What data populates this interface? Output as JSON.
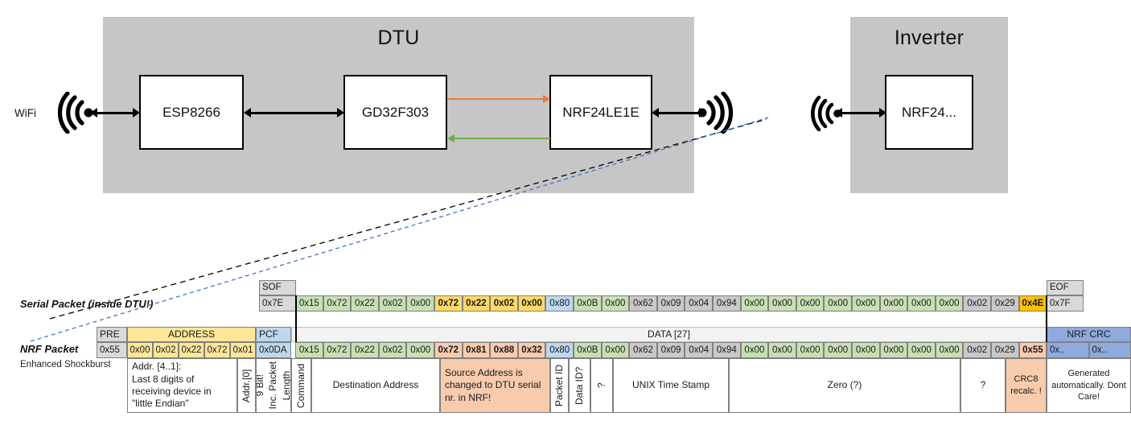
{
  "diagram": {
    "dtu": {
      "title": "DTU",
      "chips": [
        {
          "name": "ESP8266"
        },
        {
          "name": "GD32F303"
        },
        {
          "name": "NRF24LE1E"
        }
      ],
      "wifi_label": "WiFi",
      "internal_arrows": [
        {
          "name": "command-arrow",
          "color": "#ed7d31",
          "direction": "right"
        },
        {
          "name": "response-arrow",
          "color": "#70ad47",
          "direction": "left"
        }
      ]
    },
    "inverter": {
      "title": "Inverter",
      "chips": [
        {
          "name": "NRF24..."
        }
      ]
    }
  },
  "serial_packet": {
    "row_label": "Serial Packet (inside DTU!)",
    "sof_header": "SOF",
    "sof_value": "0x7E",
    "eof_header": "EOF",
    "eof_value": "0x7F",
    "bytes": [
      {
        "v": "0x15",
        "c": "green"
      },
      {
        "v": "0x72",
        "c": "green"
      },
      {
        "v": "0x22",
        "c": "green"
      },
      {
        "v": "0x02",
        "c": "green"
      },
      {
        "v": "0x00",
        "c": "green"
      },
      {
        "v": "0x72",
        "c": "yellow",
        "b": true
      },
      {
        "v": "0x22",
        "c": "yellow",
        "b": true
      },
      {
        "v": "0x02",
        "c": "yellow",
        "b": true
      },
      {
        "v": "0x00",
        "c": "yellow",
        "b": true
      },
      {
        "v": "0x80",
        "c": "blue"
      },
      {
        "v": "0x0B",
        "c": "green"
      },
      {
        "v": "0x00",
        "c": "green"
      },
      {
        "v": "0x62",
        "c": "gray"
      },
      {
        "v": "0x09",
        "c": "gray"
      },
      {
        "v": "0x04",
        "c": "gray"
      },
      {
        "v": "0x94",
        "c": "gray"
      },
      {
        "v": "0x00",
        "c": "green"
      },
      {
        "v": "0x00",
        "c": "green"
      },
      {
        "v": "0x00",
        "c": "green"
      },
      {
        "v": "0x00",
        "c": "green"
      },
      {
        "v": "0x00",
        "c": "green"
      },
      {
        "v": "0x00",
        "c": "green"
      },
      {
        "v": "0x00",
        "c": "green"
      },
      {
        "v": "0x00",
        "c": "green"
      },
      {
        "v": "0x02",
        "c": "gray"
      },
      {
        "v": "0x29",
        "c": "gray"
      },
      {
        "v": "0x4E",
        "c": "orange",
        "b": true
      }
    ]
  },
  "nrf_packet": {
    "row_label": "NRF Packet",
    "row_sublabel": "Enhanced Shockburst",
    "groups": {
      "pre": "PRE",
      "address": "ADDRESS",
      "pcf": "PCF",
      "data": "DATA [27]",
      "crc": "NRF CRC"
    },
    "pre_value": "0x55",
    "address_values": [
      "0x00",
      "0x02",
      "0x22",
      "0x72",
      "0x01"
    ],
    "pcf_value": "0x0DA",
    "crc_values": [
      "0x..",
      "0x.."
    ],
    "bytes": [
      {
        "v": "0x15",
        "c": "green"
      },
      {
        "v": "0x72",
        "c": "green"
      },
      {
        "v": "0x22",
        "c": "green"
      },
      {
        "v": "0x02",
        "c": "green"
      },
      {
        "v": "0x00",
        "c": "green"
      },
      {
        "v": "0x72",
        "c": "salmon",
        "b": true
      },
      {
        "v": "0x81",
        "c": "salmon",
        "b": true
      },
      {
        "v": "0x88",
        "c": "salmon",
        "b": true
      },
      {
        "v": "0x32",
        "c": "salmon",
        "b": true
      },
      {
        "v": "0x80",
        "c": "blue"
      },
      {
        "v": "0x0B",
        "c": "green"
      },
      {
        "v": "0x00",
        "c": "green"
      },
      {
        "v": "0x62",
        "c": "gray"
      },
      {
        "v": "0x09",
        "c": "gray"
      },
      {
        "v": "0x04",
        "c": "gray"
      },
      {
        "v": "0x94",
        "c": "gray"
      },
      {
        "v": "0x00",
        "c": "green"
      },
      {
        "v": "0x00",
        "c": "green"
      },
      {
        "v": "0x00",
        "c": "green"
      },
      {
        "v": "0x00",
        "c": "green"
      },
      {
        "v": "0x00",
        "c": "green"
      },
      {
        "v": "0x00",
        "c": "green"
      },
      {
        "v": "0x00",
        "c": "green"
      },
      {
        "v": "0x00",
        "c": "green"
      },
      {
        "v": "0x02",
        "c": "gray"
      },
      {
        "v": "0x29",
        "c": "gray"
      },
      {
        "v": "0x55",
        "c": "salmon",
        "b": true
      }
    ]
  },
  "annotations": {
    "address": "Addr. [4..1]:\nLast 8 digits of receiving device in \"little Endian\"",
    "addr0": "Addr.[0]",
    "pcf_a": "9 Bit!",
    "pcf_b": "Inc. Packet",
    "pcf_c": "Length",
    "command": "Command",
    "destination": "Destination Address",
    "source": "Source Address is changed to DTU serial nr. in NRF!",
    "packet_id": "Packet ID",
    "data_id": "Data ID?",
    "unknown_1": "?",
    "timestamp": "UNIX Time Stamp",
    "zero": "Zero (?)",
    "unknown_2": "?",
    "crc8": "CRC8 recalc. !",
    "nrf_crc_note": "Generated automatically. Dont Care!"
  },
  "colors": {
    "green": "#c6e0b4",
    "yellow": "#ffd966",
    "blue": "#bdd7ee",
    "gray": "#c9c9c9",
    "orange": "#ffc000",
    "salmon": "#f8cbad",
    "crc_blue": "#8faadc",
    "address_yellow": "#ffe699",
    "header_gray": "#d9d9d9",
    "data_bar": "#f2f2f2",
    "enclosure": "#c6c6c6"
  }
}
